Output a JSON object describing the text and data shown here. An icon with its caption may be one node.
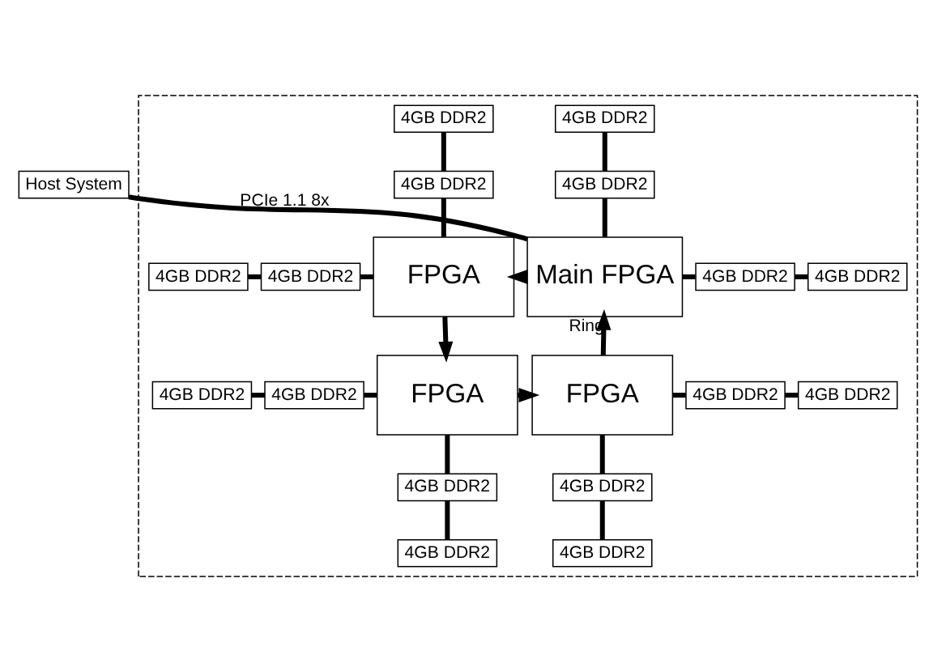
{
  "diagram": {
    "nodes": [
      {
        "text": [
          "Host System"
        ]
      },
      {
        "text": [],
        "shape": "box"
      },
      {
        "text": [
          "4GB DDR2"
        ],
        "in": 1
      },
      {
        "text": [
          "4GB DDR2"
        ],
        "in": 1
      },
      {
        "text": [
          "4GB DDR2"
        ],
        "in": 1
      },
      {
        "text": [
          "4GB DDR2"
        ],
        "in": 1
      },
      {
        "text": [
          "4GB DDR2"
        ],
        "in": 1
      },
      {
        "text": [
          "4GB DDR2"
        ],
        "in": 1
      },
      {
        "text": [
          "4GB DDR2"
        ],
        "in": 1
      },
      {
        "text": [
          "4GB DDR2"
        ],
        "in": 1
      },
      {
        "text": [
          "FPGA"
        ],
        "in": 1
      },
      {
        "text": [
          "Main FPGA"
        ],
        "in": 1
      },
      {
        "text": [
          "4GB DDR2"
        ],
        "in": 1
      },
      {
        "text": [
          "4GB DDR2"
        ],
        "in": 1
      },
      {
        "text": [
          "FPGA"
        ],
        "in": 1
      },
      {
        "text": [
          "FPGA"
        ],
        "in": 1
      },
      {
        "text": [
          "4GB DDR2"
        ],
        "in": 1
      },
      {
        "text": [
          "4GB DDR2"
        ],
        "in": 1
      },
      {
        "text": [
          "4GB DDR2"
        ],
        "in": 1
      },
      {
        "text": [
          "4GB DDR2"
        ],
        "in": 1
      },
      {
        "text": [
          "4GB DDR2"
        ],
        "in": 1
      },
      {
        "text": [
          "4GB DDR2"
        ],
        "in": 1
      }
    ],
    "edges": [
      {
        "from": 0,
        "to": 11,
        "arrow": "none",
        "label": "PCIe 1.1 8x"
      },
      {
        "from": 11,
        "to": 10,
        "arrow": "to"
      },
      {
        "from": 10,
        "to": 14,
        "arrow": "to"
      },
      {
        "from": 14,
        "to": 15,
        "arrow": "to"
      },
      {
        "from": 15,
        "to": 11,
        "arrow": "to",
        "label": "Ring"
      },
      {
        "from": 2,
        "to": 3,
        "arrow": "none"
      },
      {
        "from": 3,
        "to": 10,
        "arrow": "none"
      },
      {
        "from": 4,
        "to": 5,
        "arrow": "none"
      },
      {
        "from": 5,
        "to": 10,
        "arrow": "none"
      },
      {
        "from": 6,
        "to": 7,
        "arrow": "none"
      },
      {
        "from": 7,
        "to": 11,
        "arrow": "none"
      },
      {
        "from": 11,
        "to": 8,
        "arrow": "none"
      },
      {
        "from": 8,
        "to": 9,
        "arrow": "none"
      },
      {
        "from": 12,
        "to": 13,
        "arrow": "none"
      },
      {
        "from": 13,
        "to": 14,
        "arrow": "none"
      },
      {
        "from": 14,
        "to": 18,
        "arrow": "none"
      },
      {
        "from": 18,
        "to": 19,
        "arrow": "none"
      },
      {
        "from": 15,
        "to": 20,
        "arrow": "none"
      },
      {
        "from": 20,
        "to": 21,
        "arrow": "none"
      },
      {
        "from": 15,
        "to": 16,
        "arrow": "none"
      },
      {
        "from": 16,
        "to": 17,
        "arrow": "none"
      }
    ]
  }
}
